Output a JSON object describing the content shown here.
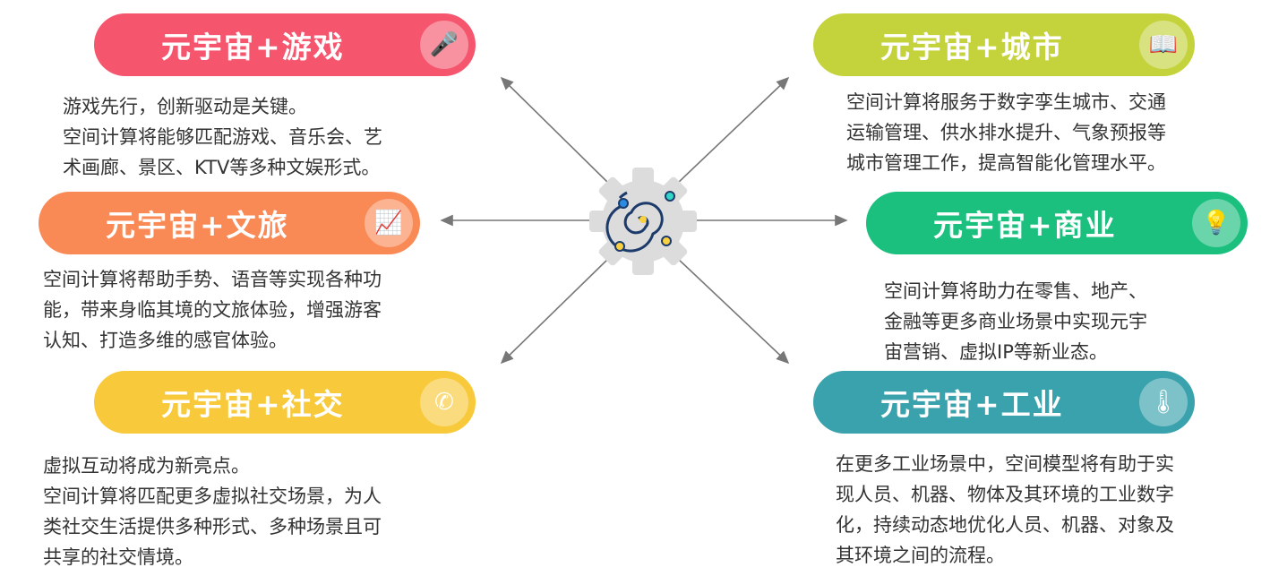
{
  "center": {
    "icon": "galaxy-gear-icon"
  },
  "items": [
    {
      "title": "元宇宙+游戏",
      "icon": "microphone-icon",
      "color": "#f5566e",
      "text": "游戏先行，创新驱动是关键。\n空间计算将能够匹配游戏、音乐会、艺\n术画廊、景区、KTV等多种文娱形式。"
    },
    {
      "title": "元宇宙+文旅",
      "icon": "presentation-chart-icon",
      "color": "#f98a56",
      "text": "空间计算将帮助手势、语音等实现各种功\n能，带来身临其境的文旅体验，增强游客\n认知、打造多维的感官体验。"
    },
    {
      "title": "元宇宙+社交",
      "icon": "phone-icon",
      "color": "#f8c93a",
      "text": "虚拟互动将成为新亮点。\n空间计算将匹配更多虚拟社交场景，为人\n类社交生活提供多种形式、多种场景且可\n共享的社交情境。"
    },
    {
      "title": "元宇宙+城市",
      "icon": "book-icon",
      "color": "#c4d33c",
      "text": "空间计算将服务于数字孪生城市、交通\n运输管理、供水排水提升、气象预报等\n城市管理工作，提高智能化管理水平。"
    },
    {
      "title": "元宇宙+商业",
      "icon": "lightbulb-icon",
      "color": "#1bbf7e",
      "text": "空间计算将助力在零售、地产、\n金融等更多商业场景中实现元宇\n宙营销、虚拟IP等新业态。"
    },
    {
      "title": "元宇宙+工业",
      "icon": "thermometer-icon",
      "color": "#3aa2ac",
      "text": "在更多工业场景中，空间模型将有助于实\n现人员、机器、物体及其环境的工业数字\n化，持续动态地优化人员、机器、对象及\n其环境之间的流程。"
    }
  ]
}
